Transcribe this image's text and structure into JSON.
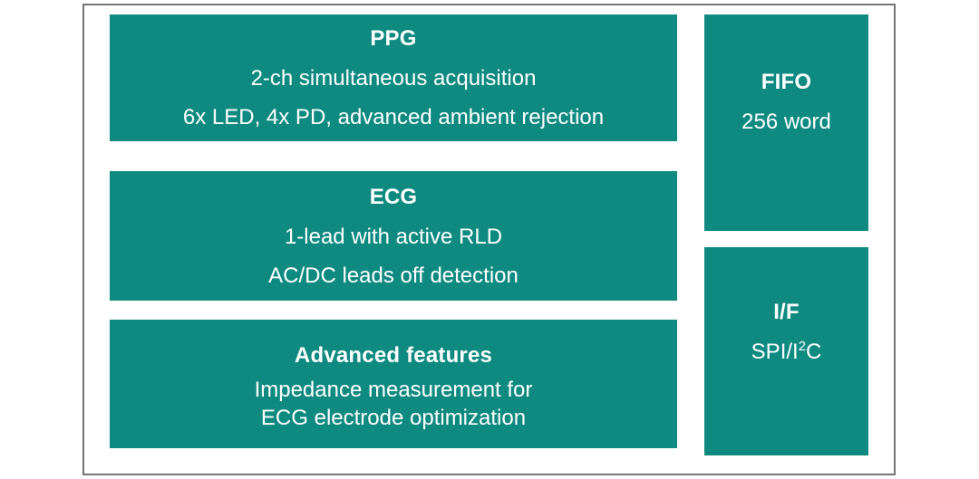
{
  "diagram": {
    "colors": {
      "block_fill": "#0E8A81",
      "frame_border": "#757575",
      "text": "#FFFFFF"
    },
    "blocks": {
      "ppg": {
        "title": "PPG",
        "lines": [
          "2-ch simultaneous acquisition",
          "6x LED, 4x PD, advanced ambient rejection"
        ]
      },
      "ecg": {
        "title": "ECG",
        "lines": [
          "1-lead with active RLD",
          "AC/DC leads off detection"
        ]
      },
      "advanced": {
        "title": "Advanced features",
        "lines": [
          "Impedance measurement for",
          "ECG electrode optimization"
        ]
      },
      "fifo": {
        "title": "FIFO",
        "lines": [
          "256 word"
        ]
      },
      "interface": {
        "title": "I/F",
        "spi_prefix": "SPI/I",
        "spi_sup": "2",
        "spi_suffix": "C"
      }
    }
  }
}
